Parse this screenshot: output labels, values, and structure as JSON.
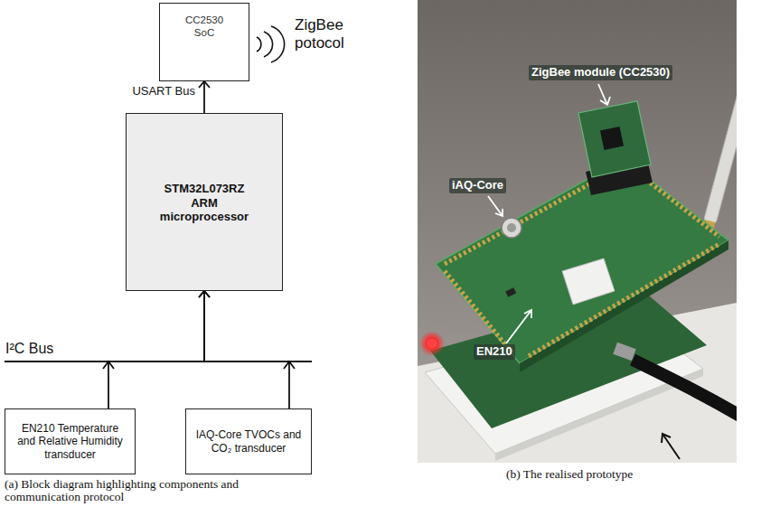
{
  "diagram": {
    "nodes": [
      {
        "text": [
          "CC2530 SoC"
        ]
      },
      {
        "text": [
          "STM32L073RZ ARM microprocessor"
        ]
      },
      {
        "text": [
          "EN210 Temperature and Relative Humidity transducer"
        ]
      },
      {
        "text": [
          "IAQ-Core TVOCs and CO₂ transducer"
        ]
      }
    ],
    "edges": [
      {
        "from": 1,
        "to": 0,
        "arrow": "to",
        "label": "USART Bus"
      },
      {
        "from": 2,
        "to": 1,
        "arrow": "to"
      },
      {
        "from": 3,
        "to": 1,
        "arrow": "to"
      }
    ],
    "labels": [
      "ZigBee potocol",
      "I²C Bus",
      "(a) Block diagram highlighting components and communication protocol",
      "(b) The realised prototype",
      "ZigBee module (CC2530)",
      "iAQ-Core",
      "EN210"
    ]
  }
}
